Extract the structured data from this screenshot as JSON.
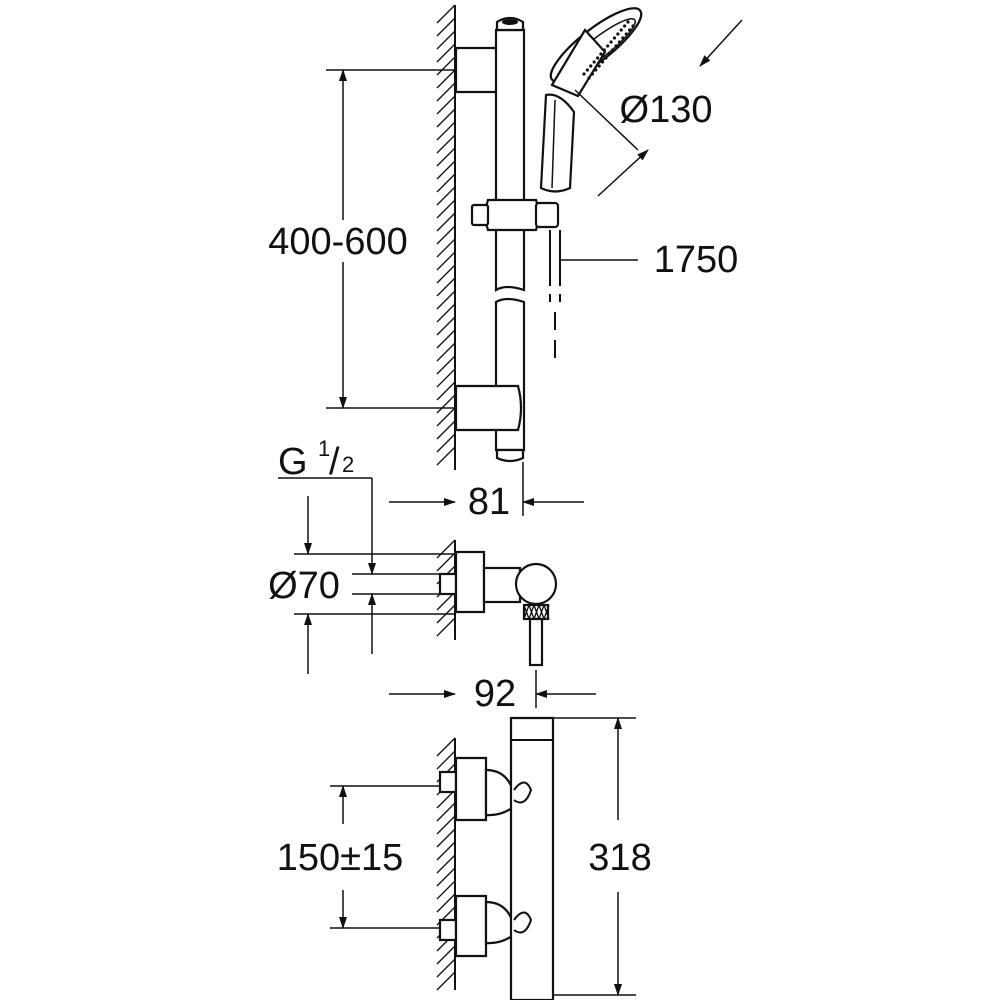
{
  "dimensions": {
    "rail_spacing": "400-600",
    "head_diameter": "Ø130",
    "hose_length": "1750",
    "thread_prefix": "G ",
    "thread_num": "1",
    "thread_den": "2",
    "rail_depth": "81",
    "escutcheon_diameter": "Ø70",
    "projection": "92",
    "inlet_spacing": "150±15",
    "mixer_height": "318"
  },
  "colors": {
    "line": "#111111",
    "background": "#ffffff"
  }
}
